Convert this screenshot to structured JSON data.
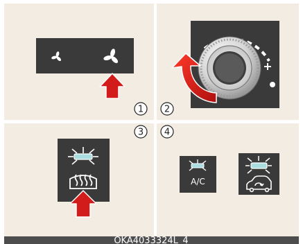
{
  "figure": {
    "step_numbers": [
      "1",
      "2",
      "3",
      "4"
    ],
    "ac_label": "A/C",
    "caption": "OKA4033324L_4"
  },
  "colors": {
    "panel_bg": "#f3ece3",
    "button_dark": "#3a3a3a",
    "arrow_red": "#d21b1b",
    "indicator_glow": "#a9dde0",
    "caption_bar": "#4d4d4d"
  },
  "icons": [
    "fan-low-icon",
    "fan-high-icon",
    "arrow-up-icon",
    "rotate-arrow-icon",
    "rear-defrost-icon",
    "recirculation-car-icon"
  ]
}
